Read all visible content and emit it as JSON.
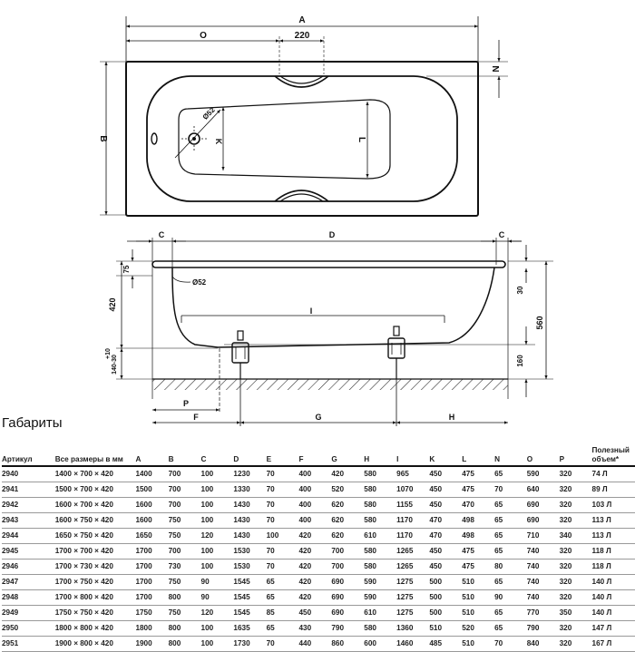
{
  "drawing": {
    "top_view": {
      "labels": {
        "A": "A",
        "O": "O",
        "width_220": "220",
        "N": "N",
        "B": "B",
        "L": "L",
        "K": "K",
        "drain_diameter": "Ø52"
      }
    },
    "side_view": {
      "labels": {
        "C_left": "C",
        "D": "D",
        "C_right": "C",
        "rim_75": "75",
        "drain_diameter": "Ø52",
        "height_420": "420",
        "I": "I",
        "feet_plus": "+10",
        "feet_range": "140-30",
        "rim_30": "30",
        "height_560": "560",
        "feet_160": "160",
        "P": "P",
        "F": "F",
        "G": "G",
        "H": "H"
      }
    }
  },
  "section_title": "Габариты",
  "table": {
    "headers": [
      "Артикул",
      "Все размеры в мм",
      "A",
      "B",
      "C",
      "D",
      "E",
      "F",
      "G",
      "H",
      "I",
      "K",
      "L",
      "N",
      "O",
      "P",
      "Полезный объем*"
    ],
    "rows": [
      [
        "2940",
        "1400 × 700 × 420",
        "1400",
        "700",
        "100",
        "1230",
        "70",
        "400",
        "420",
        "580",
        "965",
        "450",
        "475",
        "65",
        "590",
        "320",
        "74 Л"
      ],
      [
        "2941",
        "1500 × 700 × 420",
        "1500",
        "700",
        "100",
        "1330",
        "70",
        "400",
        "520",
        "580",
        "1070",
        "450",
        "475",
        "70",
        "640",
        "320",
        "89 Л"
      ],
      [
        "2942",
        "1600 × 700 × 420",
        "1600",
        "700",
        "100",
        "1430",
        "70",
        "400",
        "620",
        "580",
        "1155",
        "450",
        "470",
        "65",
        "690",
        "320",
        "103 Л"
      ],
      [
        "2943",
        "1600 × 750 × 420",
        "1600",
        "750",
        "100",
        "1430",
        "70",
        "400",
        "620",
        "580",
        "1170",
        "470",
        "498",
        "65",
        "690",
        "320",
        "113 Л"
      ],
      [
        "2944",
        "1650 × 750 × 420",
        "1650",
        "750",
        "120",
        "1430",
        "100",
        "420",
        "620",
        "610",
        "1170",
        "470",
        "498",
        "65",
        "710",
        "340",
        "113 Л"
      ],
      [
        "2945",
        "1700 × 700 × 420",
        "1700",
        "700",
        "100",
        "1530",
        "70",
        "420",
        "700",
        "580",
        "1265",
        "450",
        "475",
        "65",
        "740",
        "320",
        "118 Л"
      ],
      [
        "2946",
        "1700 × 730 × 420",
        "1700",
        "730",
        "100",
        "1530",
        "70",
        "420",
        "700",
        "580",
        "1265",
        "450",
        "475",
        "80",
        "740",
        "320",
        "118 Л"
      ],
      [
        "2947",
        "1700 × 750 × 420",
        "1700",
        "750",
        "90",
        "1545",
        "65",
        "420",
        "690",
        "590",
        "1275",
        "500",
        "510",
        "65",
        "740",
        "320",
        "140 Л"
      ],
      [
        "2948",
        "1700 × 800 × 420",
        "1700",
        "800",
        "90",
        "1545",
        "65",
        "420",
        "690",
        "590",
        "1275",
        "500",
        "510",
        "90",
        "740",
        "320",
        "140 Л"
      ],
      [
        "2949",
        "1750 × 750 × 420",
        "1750",
        "750",
        "120",
        "1545",
        "85",
        "450",
        "690",
        "610",
        "1275",
        "500",
        "510",
        "65",
        "770",
        "350",
        "140 Л"
      ],
      [
        "2950",
        "1800 × 800 × 420",
        "1800",
        "800",
        "100",
        "1635",
        "65",
        "430",
        "790",
        "580",
        "1360",
        "510",
        "520",
        "65",
        "790",
        "320",
        "147 Л"
      ],
      [
        "2951",
        "1900 × 800 × 420",
        "1900",
        "800",
        "100",
        "1730",
        "70",
        "440",
        "860",
        "600",
        "1460",
        "485",
        "510",
        "70",
        "840",
        "320",
        "167 Л"
      ]
    ]
  }
}
